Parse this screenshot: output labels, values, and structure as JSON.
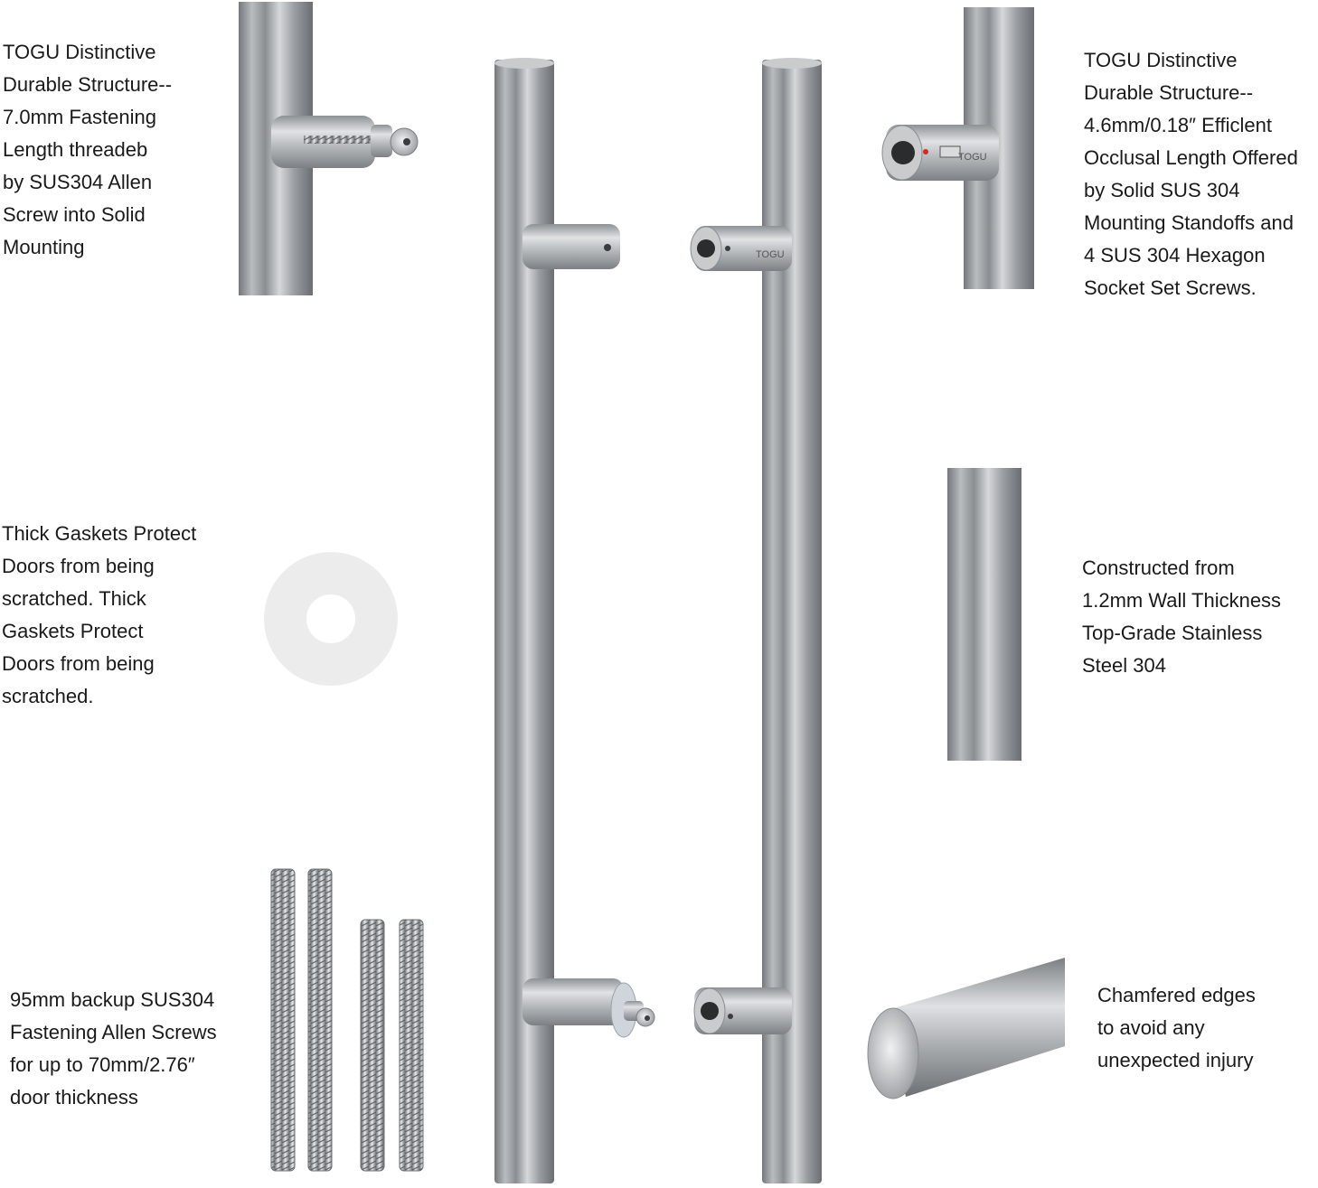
{
  "captions": {
    "left_mount": {
      "lines": [
        "TOGU Distinctive",
        "Durable Structure--",
        "7.0mm Fastening",
        "Length threadeb",
        "by SUS304 Allen",
        "Screw into Solid",
        "Mounting"
      ]
    },
    "right_mount": {
      "lines": [
        "TOGU Distinctive",
        "Durable Structure--",
        "4.6mm/0.18″ Efficlent",
        "Occlusal Length Offered",
        "by Solid SUS 304",
        "Mounting Standoffs and",
        "4 SUS 304 Hexagon",
        "Socket Set Screws."
      ]
    },
    "gasket": {
      "lines": [
        "Thick Gaskets Protect",
        "Doors from being",
        "scratched. Thick",
        "Gaskets Protect",
        "Doors from being",
        "scratched."
      ]
    },
    "material": {
      "lines": [
        "Constructed from",
        "1.2mm Wall Thickness",
        "Top-Grade Stainless",
        "Steel 304"
      ]
    },
    "screws": {
      "lines": [
        "95mm backup SUS304",
        "Fastening Allen Screws",
        "for up to 70mm/2.76″",
        "door thickness"
      ]
    },
    "edges": {
      "lines": [
        "Chamfered edges",
        "to avoid any",
        "unexpected injury"
      ]
    }
  },
  "brand_mark": "TOGU",
  "colors": {
    "steel_dark": "#6f7377",
    "steel_light": "#e4e6e8",
    "gasket": "#ededed",
    "text": "#1a1a1a"
  }
}
